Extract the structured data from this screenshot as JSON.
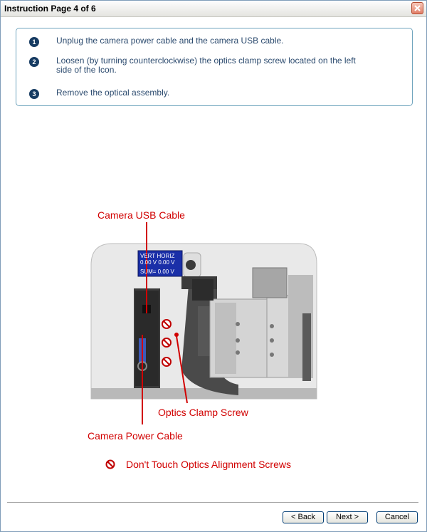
{
  "window": {
    "title": "Instruction Page 4 of 6"
  },
  "steps": [
    {
      "num": "1",
      "text": "Unplug the camera power cable and the camera USB cable."
    },
    {
      "num": "2",
      "text": "Loosen (by turning counterclockwise) the optics clamp screw located on the left side of the Icon."
    },
    {
      "num": "3",
      "text": "Remove the optical assembly."
    }
  ],
  "figure": {
    "labels": {
      "usb": "Camera USB Cable",
      "clamp": "Optics Clamp Screw",
      "power": "Camera Power Cable"
    },
    "display": {
      "vert": "VERT",
      "vert_val": "0.00 V",
      "horiz": "HORIZ",
      "horiz_val": "0.00 V",
      "sum": "SUM= 0.00 V"
    },
    "legend": "Don't Touch Optics Alignment Screws",
    "colors": {
      "label": "#d10000",
      "accent": "#163b62",
      "panel_border": "#6fa4bd"
    }
  },
  "buttons": {
    "back": "< Back",
    "next": "Next >",
    "cancel": "Cancel"
  }
}
